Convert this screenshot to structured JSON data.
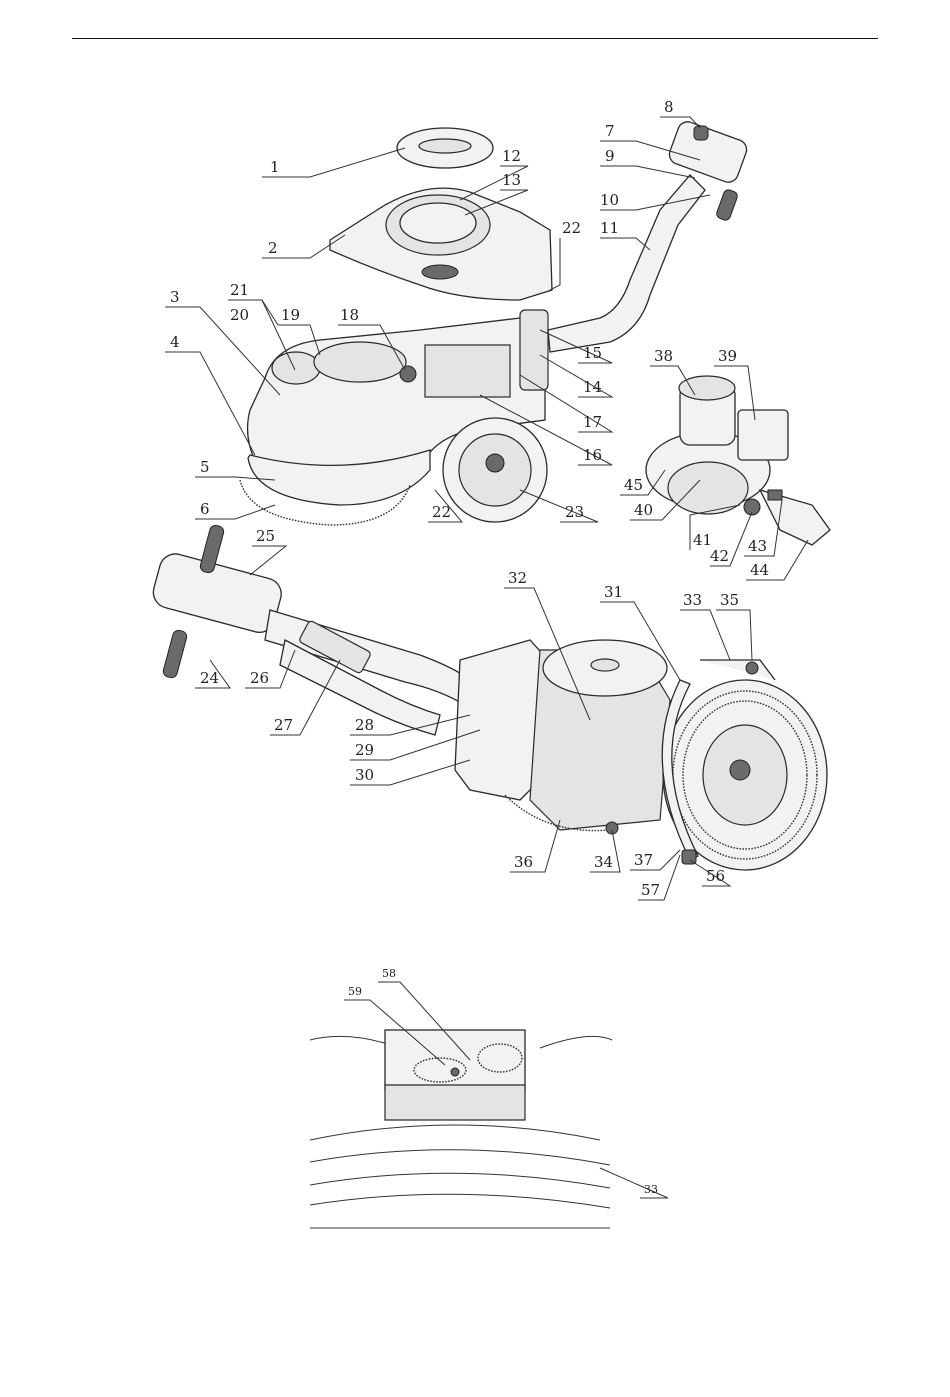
{
  "figure": {
    "callouts_top": [
      "1",
      "2",
      "3",
      "4",
      "5",
      "6",
      "7",
      "8",
      "9",
      "10",
      "11",
      "12",
      "13",
      "14",
      "15",
      "16",
      "17",
      "18",
      "19",
      "20",
      "21",
      "22",
      "22",
      "23"
    ],
    "callouts_motor": [
      "38",
      "39",
      "40",
      "41",
      "42",
      "43",
      "44",
      "45"
    ],
    "callouts_bottom": [
      "24",
      "25",
      "26",
      "27",
      "28",
      "29",
      "30",
      "31",
      "32",
      "33",
      "34",
      "35",
      "36",
      "37",
      "56",
      "57"
    ],
    "callouts_detail": [
      "58",
      "59",
      "33"
    ]
  }
}
